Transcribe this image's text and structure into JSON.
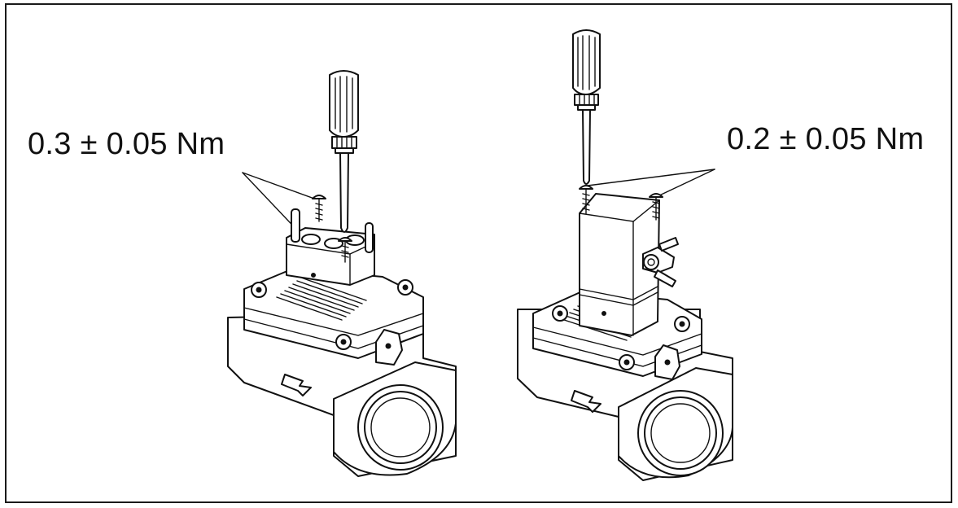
{
  "labels": {
    "left_torque": "0.3 ± 0.05 Nm",
    "right_torque": "0.2 ± 0.05 Nm"
  },
  "icons": {
    "left_valve": "valve-with-adapter-illustration",
    "right_valve": "valve-with-solenoid-coil-illustration",
    "screwdriver": "screwdriver-icon"
  }
}
